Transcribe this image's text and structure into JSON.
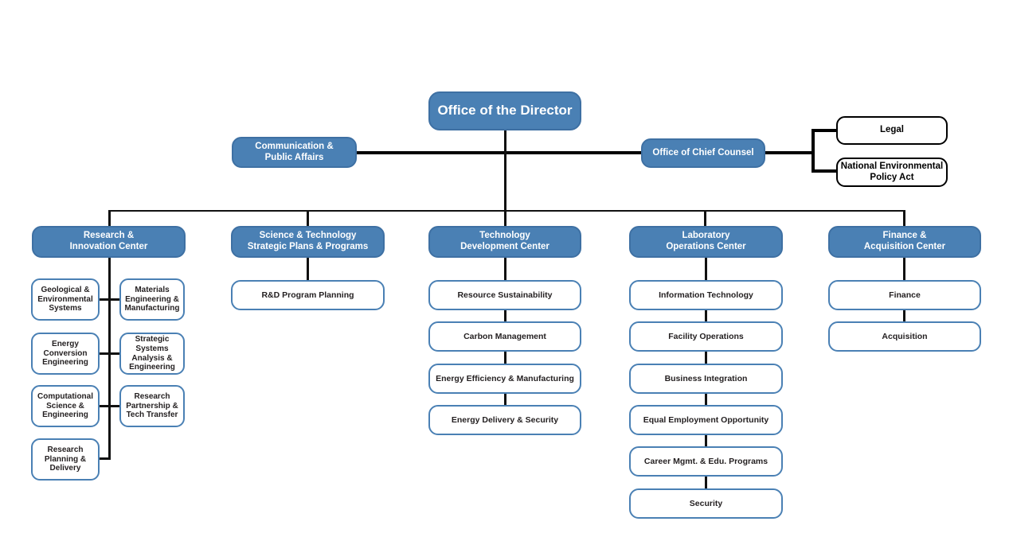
{
  "colors": {
    "box_blue_fill": "#4a80b4",
    "box_blue_border": "#3e70a3",
    "box_white_fill": "#ffffff",
    "box_black_border": "#000000",
    "text_on_blue": "#ffffff",
    "text_on_white": "#231f20",
    "connector": "#000000"
  },
  "org": {
    "director": {
      "label": "Office of the Director"
    },
    "communication": {
      "label": "Communication &\nPublic Affairs"
    },
    "chief_counsel": {
      "label": "Office of Chief Counsel"
    },
    "counsel_children": [
      {
        "label": "Legal"
      },
      {
        "label": "National Environmental\nPolicy Act"
      }
    ],
    "centers": [
      {
        "label": "Research &\nInnovation Center",
        "children": [
          "Geological &\nEnvironmental\nSystems",
          "Materials\nEngineering &\nManufacturing",
          "Energy\nConversion\nEngineering",
          "Strategic Systems\nAnalysis &\nEngineering",
          "Computational\nScience &\nEngineering",
          "Research\nPartnership &\nTech Transfer",
          "Research\nPlanning &\nDelivery"
        ]
      },
      {
        "label": "Science & Technology\nStrategic Plans & Programs",
        "children": [
          "R&D Program Planning"
        ]
      },
      {
        "label": "Technology\nDevelopment Center",
        "children": [
          "Resource Sustainability",
          "Carbon Management",
          "Energy Efficiency & Manufacturing",
          "Energy Delivery & Security"
        ]
      },
      {
        "label": "Laboratory\nOperations Center",
        "children": [
          "Information Technology",
          "Facility Operations",
          "Business Integration",
          "Equal Employment Opportunity",
          "Career Mgmt. & Edu. Programs",
          "Security"
        ]
      },
      {
        "label": "Finance &\nAcquisition Center",
        "children": [
          "Finance",
          "Acquisition"
        ]
      }
    ]
  }
}
